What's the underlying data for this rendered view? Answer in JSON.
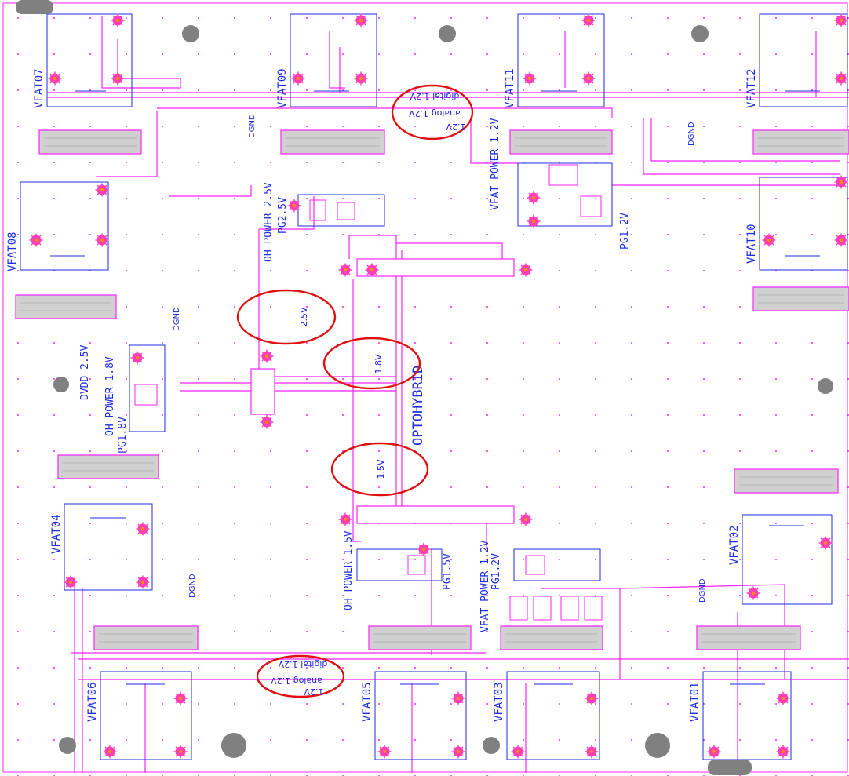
{
  "colors": {
    "trace": "#ff22ff",
    "outline": "#1e2ee0",
    "pad": "#ff3fb8",
    "pad_center": "#ff8a00",
    "hole": "#808080",
    "connector_fill": "#d0d0d0",
    "annotation": "#e01010",
    "background": "#ffffff"
  },
  "board_title": "OPTOHYBRID",
  "ground_labels": [
    "DGND",
    "DGND",
    "DGND",
    "DGND",
    "DGND"
  ],
  "vfat_labels": {
    "vfat07": "VFAT07",
    "vfat09": "VFAT09",
    "vfat11": "VFAT11",
    "vfat12": "VFAT12",
    "vfat08": "VFAT08",
    "vfat10": "VFAT10",
    "vfat04": "VFAT04",
    "vfat02": "VFAT02",
    "vfat06": "VFAT06",
    "vfat05": "VFAT05",
    "vfat03": "VFAT03",
    "vfat01": "VFAT01"
  },
  "power_labels": {
    "vfat_power_top": "VFAT POWER 1.2V",
    "pg_top": "PG1.2V",
    "oh_power_25": "OH POWER 2.5V",
    "pg_25": "PG2.5V",
    "oh_power_18": "OH POWER 1.8V",
    "dvdd_25": "DVDD 2.5V",
    "pg_18": "PG1.8V",
    "oh_power_15": "OH POWER 1.5V",
    "pg_15": "PG1.5V",
    "vfat_power_bottom": "VFAT POWER 1.2V",
    "pg_bottom": "PG1.2V"
  },
  "annotations": {
    "top_rail": [
      "digital 1.2V",
      "analog 1.2V",
      "1.2V"
    ],
    "v25": "2.5V",
    "v18": "1.8V",
    "v15": "1.5V",
    "bottom_rail": [
      "digital 1.2V",
      "analog 1.2V",
      "1.2V"
    ]
  }
}
